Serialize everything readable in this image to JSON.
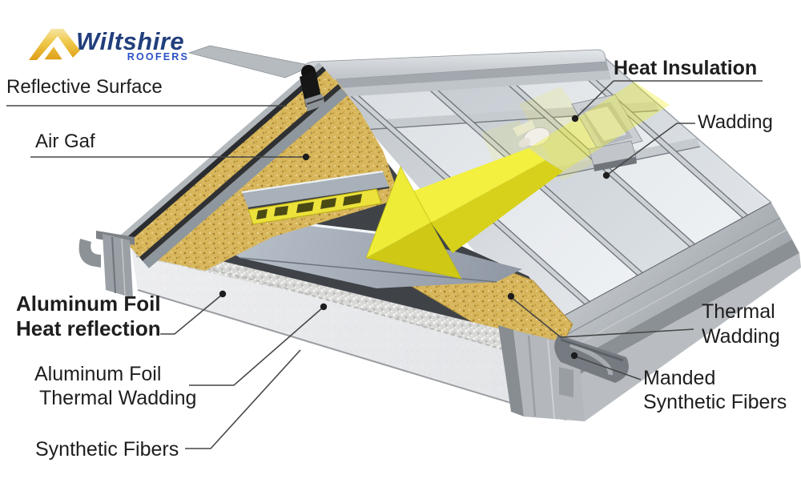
{
  "logo": {
    "brand": "Wiltshire",
    "tagline": "ROOFERS",
    "brand_color": "#223f7d",
    "tagline_color": "#2c50c8",
    "icon_color": "#e8b42c"
  },
  "labels": {
    "reflective_surface": "Reflective Surface",
    "air_gaf": "Air Gaf",
    "heat_insulation": "Heat Insulation",
    "wadding": "Wadding",
    "aluminum_foil_heat": {
      "line1": "Aluminum Foil",
      "line2": "Heat reflection"
    },
    "aluminum_foil_thermal": {
      "line1": "Aluminum Foil",
      "line2": "Thermal Wadding"
    },
    "synthetic_fibers": "Synthetic Fibers",
    "thermal_wadding": {
      "line1": "Thermal",
      "line2": "Wadding"
    },
    "manded_synthetic": {
      "line1": "Manded",
      "line2": "Synthetic Fibers"
    }
  },
  "diagram": {
    "subject": "roof heat-insulation cutaway",
    "arrow_color": "#e9e532",
    "insulation_color": "#d7b65c",
    "foil_color": "#a9b2bc",
    "metal_color": "#c3c8cd",
    "foam_color": "#e9eaec",
    "leader_line_color": "#474747",
    "label_text_color": "#1e1e1e"
  }
}
